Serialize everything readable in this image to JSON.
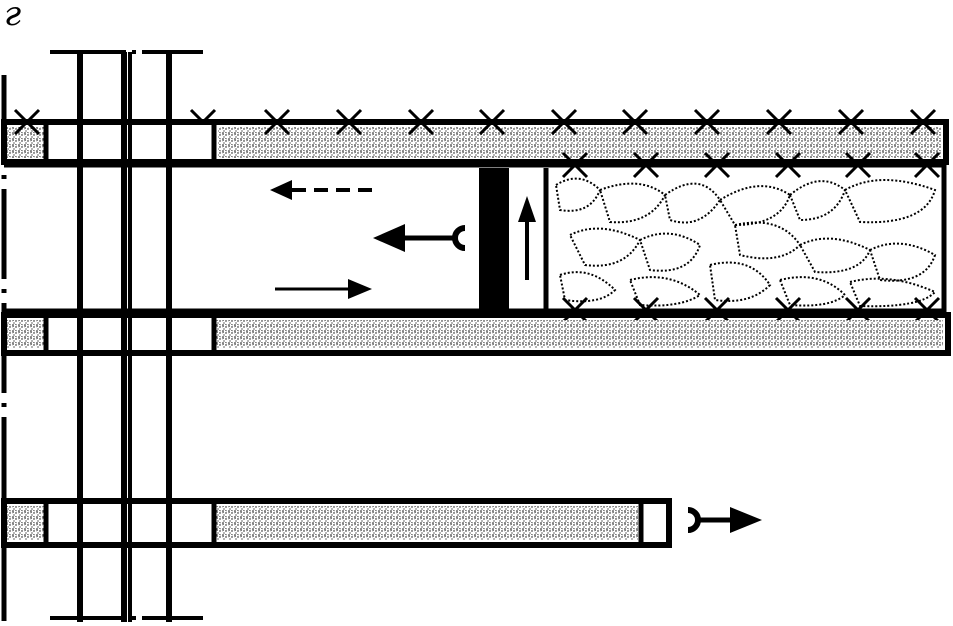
{
  "figure": {
    "label": "г"
  },
  "legend_symbols": {
    "fresh_air": "solid-arrow",
    "return_air": "dashed-arrow",
    "outgoing_stream": "arrow-with-hook",
    "face_advance": "vertical-arrow"
  },
  "colors": {
    "line": "#000000",
    "background": "#ffffff",
    "fill_pattern": "stipple"
  }
}
